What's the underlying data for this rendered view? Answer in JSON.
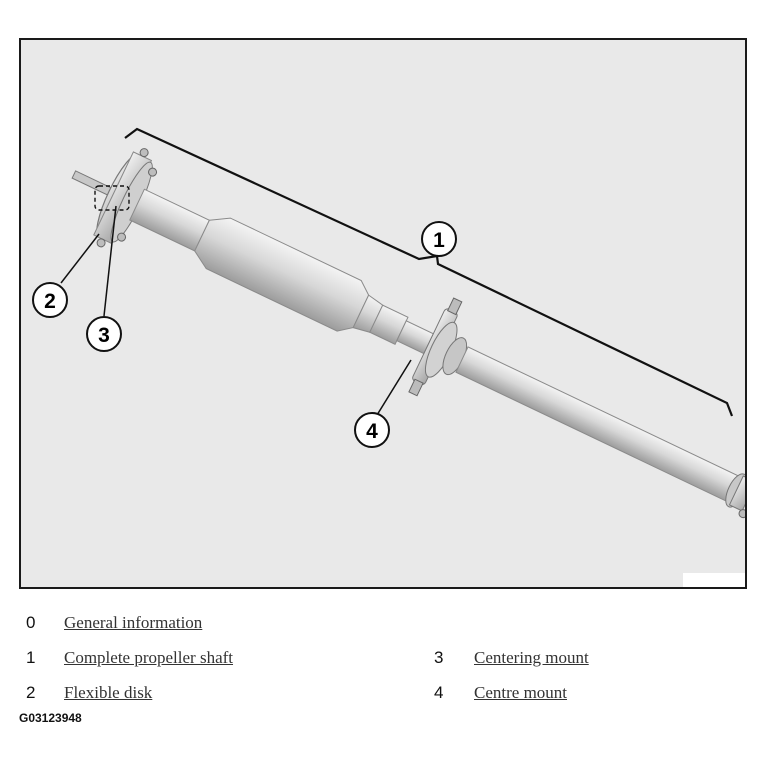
{
  "diagram": {
    "callouts": [
      {
        "number": "1",
        "label": "Complete propeller shaft"
      },
      {
        "number": "2",
        "label": "Flexible disk"
      },
      {
        "number": "3",
        "label": "Centering mount"
      },
      {
        "number": "4",
        "label": "Centre mount"
      }
    ]
  },
  "legend": [
    {
      "number": "0",
      "label": "General information"
    },
    {
      "number": "1",
      "label": "Complete propeller shaft"
    },
    {
      "number": "2",
      "label": "Flexible disk"
    },
    {
      "number": "3",
      "label": "Centering mount"
    },
    {
      "number": "4",
      "label": "Centre mount"
    }
  ],
  "figure_id": "G03123948"
}
